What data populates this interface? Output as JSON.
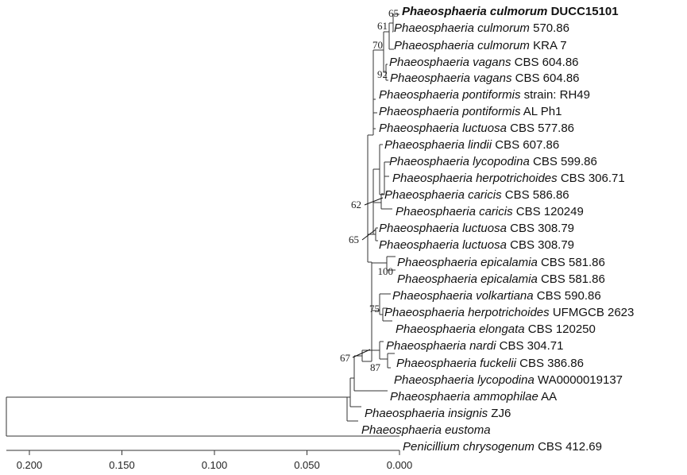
{
  "taxa": [
    {
      "genus_species": "Phaeosphaeria culmorum",
      "strain": "DUCC15101",
      "highlight": true
    },
    {
      "genus_species": "Phaeosphaeria culmorum",
      "strain": "570.86"
    },
    {
      "genus_species": "Phaeosphaeria culmorum",
      "strain": "KRA 7"
    },
    {
      "genus_species": "Phaeosphaeria vagans",
      "strain": "CBS 604.86"
    },
    {
      "genus_species": "Phaeosphaeria vagans",
      "strain": "CBS 604.86"
    },
    {
      "genus_species": "Phaeosphaeria pontiformis",
      "strain": "strain: RH49"
    },
    {
      "genus_species": "Phaeosphaeria pontiformis",
      "strain": "AL Ph1"
    },
    {
      "genus_species": "Phaeosphaeria luctuosa",
      "strain": "CBS 577.86"
    },
    {
      "genus_species": "Phaeosphaeria lindii",
      "strain": "CBS 607.86"
    },
    {
      "genus_species": "Phaeosphaeria lycopodina",
      "strain": "CBS 599.86"
    },
    {
      "genus_species": "Phaeosphaeria herpotrichoides",
      "strain": "CBS 306.71"
    },
    {
      "genus_species": "Phaeosphaeria caricis",
      "strain": "CBS 586.86"
    },
    {
      "genus_species": "Phaeosphaeria caricis",
      "strain": "CBS 120249"
    },
    {
      "genus_species": "Phaeosphaeria luctuosa",
      "strain": "CBS 308.79"
    },
    {
      "genus_species": "Phaeosphaeria luctuosa",
      "strain": "CBS 308.79"
    },
    {
      "genus_species": "Phaeosphaeria epicalamia",
      "strain": "CBS 581.86"
    },
    {
      "genus_species": "Phaeosphaeria epicalamia",
      "strain": "CBS 581.86"
    },
    {
      "genus_species": "Phaeosphaeria volkartiana",
      "strain": "CBS 590.86"
    },
    {
      "genus_species": "Phaeosphaeria herpotrichoides",
      "strain": "UFMGCB 2623"
    },
    {
      "genus_species": "Phaeosphaeria elongata",
      "strain": "CBS 120250"
    },
    {
      "genus_species": "Phaeosphaeria nardi",
      "strain": "CBS 304.71"
    },
    {
      "genus_species": "Phaeosphaeria fuckelii",
      "strain": "CBS 386.86"
    },
    {
      "genus_species": "Phaeosphaeria lycopodina",
      "strain": "WA0000019137"
    },
    {
      "genus_species": "Phaeosphaeria ammophilae",
      "strain": "AA"
    },
    {
      "genus_species": "Phaeosphaeria insignis",
      "strain": "ZJ6"
    },
    {
      "genus_species": "Phaeosphaeria eustoma",
      "strain": ""
    },
    {
      "genus_species": "Penicillium chrysogenum",
      "strain": "CBS 412.69"
    }
  ],
  "bootstrap": [
    "65",
    "61",
    "70",
    "92",
    "62",
    "65",
    "100",
    "75",
    "67",
    "87"
  ],
  "scale": {
    "ticks": [
      0.2,
      0.15,
      0.1,
      0.05,
      0.0
    ],
    "tick_labels": [
      "0.200",
      "0.150",
      "0.100",
      "0.050",
      "0.000"
    ]
  }
}
